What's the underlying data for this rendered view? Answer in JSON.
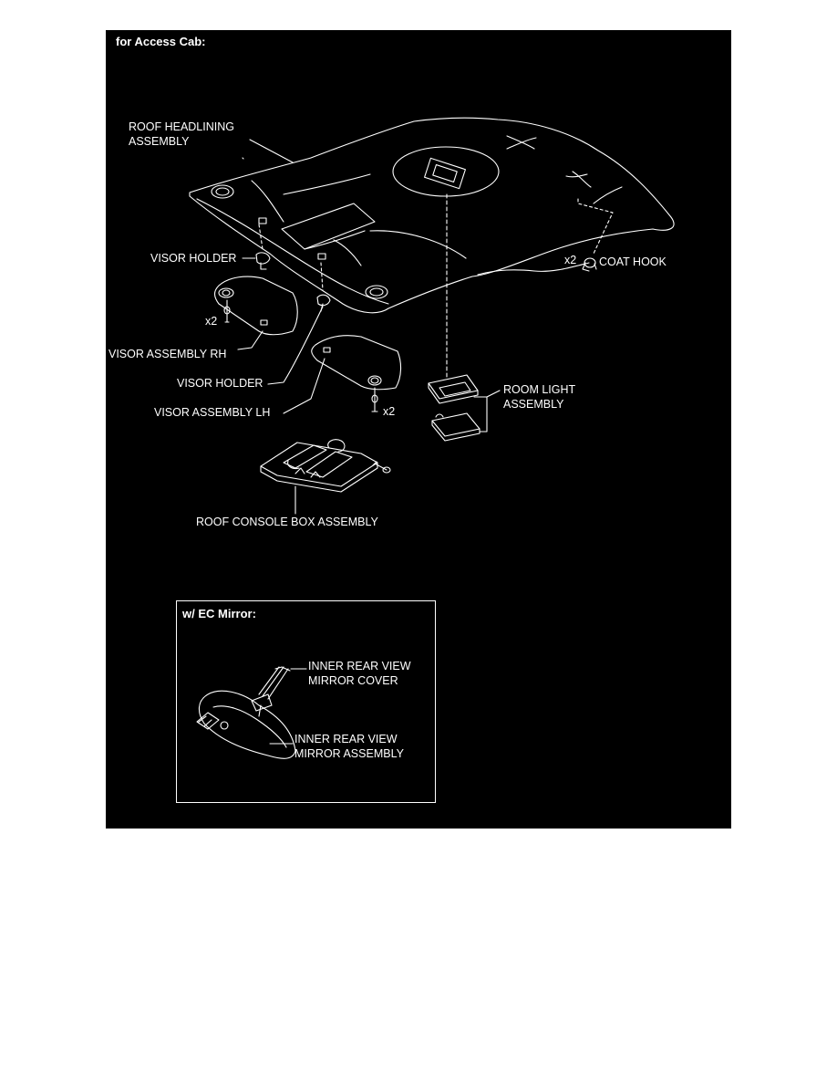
{
  "diagram": {
    "section_title": "for Access Cab:",
    "labels": {
      "roof_headlining": [
        "ROOF HEADLINING",
        "ASSEMBLY"
      ],
      "visor_holder_rh": "VISOR HOLDER",
      "visor_assembly_rh": "VISOR ASSEMBLY RH",
      "visor_holder_lh": "VISOR HOLDER",
      "visor_assembly_lh": "VISOR ASSEMBLY LH",
      "coat_hook": "COAT HOOK",
      "room_light": [
        "ROOM LIGHT",
        "ASSEMBLY"
      ],
      "roof_console": "ROOF CONSOLE BOX ASSEMBLY",
      "qty_rh_screw": "x2",
      "qty_lh_screw": "x2",
      "qty_coat_hook": "x2"
    },
    "inset": {
      "title": "w/ EC Mirror:",
      "mirror_cover": [
        "INNER REAR VIEW",
        "MIRROR COVER"
      ],
      "mirror_assembly": [
        "INNER REAR VIEW",
        "MIRROR ASSEMBLY"
      ]
    },
    "colors": {
      "background": "#000000",
      "linework": "#ffffff",
      "page": "#ffffff"
    }
  }
}
